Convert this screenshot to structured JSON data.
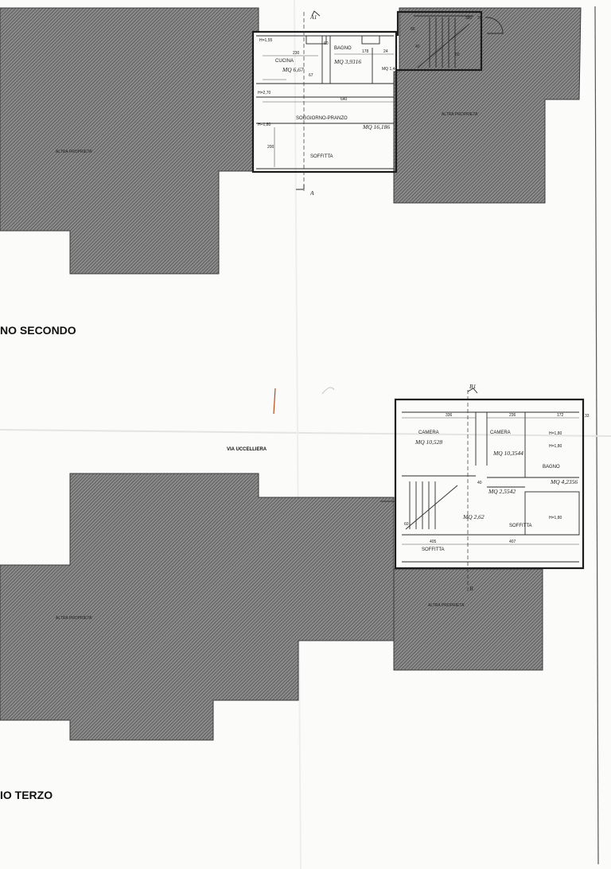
{
  "floor_labels": {
    "second": "NO SECONDO",
    "third": "IO TERZO"
  },
  "street": "VIA UCCELLIERA",
  "other_property": "ALTRA PROPRIETA'",
  "section_marks": {
    "a_top": "A1",
    "a_bottom": "A",
    "b_top": "B1",
    "b_bottom": "B"
  },
  "upper_plan": {
    "rooms": {
      "kitchen": "CUCINA",
      "kitchen_area": "MQ 6,67",
      "bath": "BAGNO",
      "bath_area": "MQ 3,9316",
      "small_area": "MQ 1,44",
      "living": "SOGGIORNO-PRANZO",
      "living_area": "MQ 16,186",
      "attic": "SOFFITTA"
    },
    "heights": {
      "h1": "H=1,55",
      "h2": "H=2,70",
      "h3": "H=1,80"
    },
    "dims": {
      "d1": "230",
      "d2": "60",
      "d3": "178",
      "d4": "24",
      "d5": "40",
      "d6": "640",
      "d7": "200",
      "d8": "380",
      "d9": "20",
      "d10": "80",
      "d11": "60",
      "d12": "67"
    }
  },
  "lower_plan": {
    "rooms": {
      "bedroom1": "CAMERA",
      "bedroom1_area": "MQ 10,528",
      "bedroom2": "CAMERA",
      "bedroom2_area": "MQ 10,3544",
      "bath": "BAGNO",
      "bath_area": "MQ 4,2356",
      "hall_area": "MQ 2,5542",
      "landing_area": "MQ 2,62",
      "attic1": "SOFFITTA",
      "attic2": "SOFFITTA"
    },
    "heights": {
      "h1": "H=1,80",
      "h2": "H=1,80",
      "h3": "H=1,80"
    },
    "dims": {
      "d1": "336",
      "d2": "236",
      "d3": "172",
      "d4": "405",
      "d5": "407",
      "d6": "40",
      "d7": "60",
      "d8": "33"
    }
  }
}
